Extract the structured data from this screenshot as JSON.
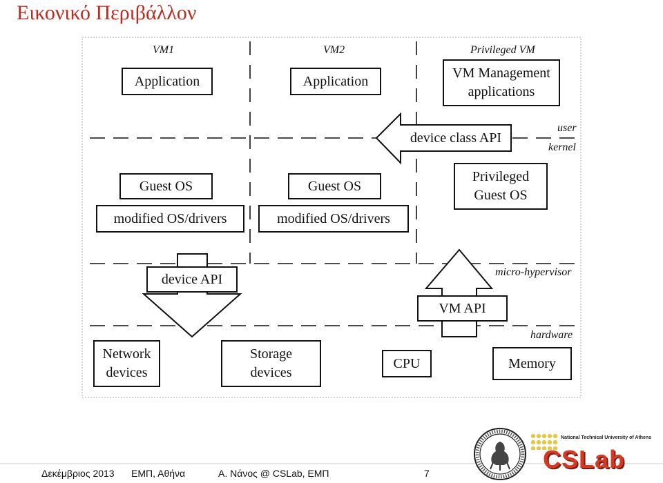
{
  "slide": {
    "title": "Εικονικό Περιβάλλον"
  },
  "diagram": {
    "vm_headers": [
      "VM1",
      "VM2",
      "Privileged VM"
    ],
    "layer_labels": {
      "user": "user",
      "kernel": "kernel",
      "micro_hypervisor": "micro-hypervisor",
      "hardware": "hardware"
    },
    "vm1": {
      "app": "Application",
      "guest_os": "Guest OS",
      "drivers": "modified OS/drivers"
    },
    "vm2": {
      "app": "Application",
      "guest_os": "Guest OS",
      "drivers": "modified OS/drivers"
    },
    "privileged_vm": {
      "mgmt_line1": "VM Management",
      "mgmt_line2": "applications",
      "guest_line1": "Privileged",
      "guest_line2": "Guest OS"
    },
    "device_class_api": "device class API",
    "device_api": "device API",
    "vm_api": "VM API",
    "hardware": {
      "network_line1": "Network",
      "network_line2": "devices",
      "storage_line1": "Storage",
      "storage_line2": "devices",
      "cpu": "CPU",
      "memory": "Memory"
    }
  },
  "footer": {
    "date": "Δεκέμβριος 2013",
    "place": "ΕΜΠ, Αθήνα",
    "author": "Α. Νάνος @ CSLab, ΕΜΠ",
    "page": "7"
  },
  "logos": {
    "cslab_text": "CSLab",
    "cslab_caption": "National Technical University of Athens",
    "ntua_seal": "ntua-seal"
  },
  "colors": {
    "title": "#bf2a1f",
    "cslab_red": "#d23a24",
    "dots_yellow": "#e5c84a",
    "line_gray": "#888888"
  }
}
